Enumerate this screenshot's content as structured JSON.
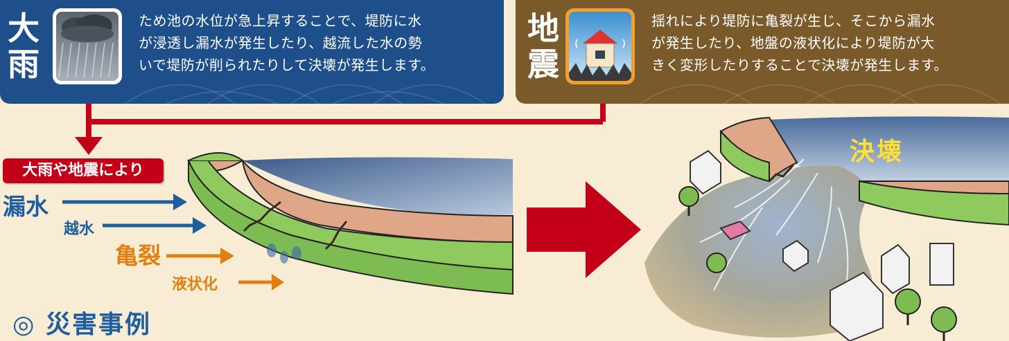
{
  "heavy_rain": {
    "kanji_1": "大",
    "kanji_2": "雨",
    "lines": [
      "ため池の水位が急上昇することで、堤防に水",
      "が浸透し漏水が発生したり、越流した水の勢",
      "いで堤防が削られたりして決壊が発生します。"
    ]
  },
  "earthquake": {
    "kanji_1": "地",
    "kanji_2": "震",
    "lines": [
      "揺れにより堤防に亀裂が生じ、そこから漏水",
      "が発生したり、地盤の液状化により堤防が大",
      "きく変形したりすることで決壊が発生します。"
    ]
  },
  "cause_tag": "大雨や地震により",
  "causes": {
    "leak": "漏水",
    "overflow": "越水",
    "crack": "亀裂",
    "liquefaction": "液状化"
  },
  "breach_label": "決壊",
  "section_title": "◎ 災害事例",
  "colors": {
    "rain_panel": "#1f4f8a",
    "quake_panel": "#7a5a2a",
    "connector_red": "#c40018",
    "blue_text": "#1f5e9e",
    "orange_text": "#e08010",
    "breach_yellow": "#ffe033"
  }
}
